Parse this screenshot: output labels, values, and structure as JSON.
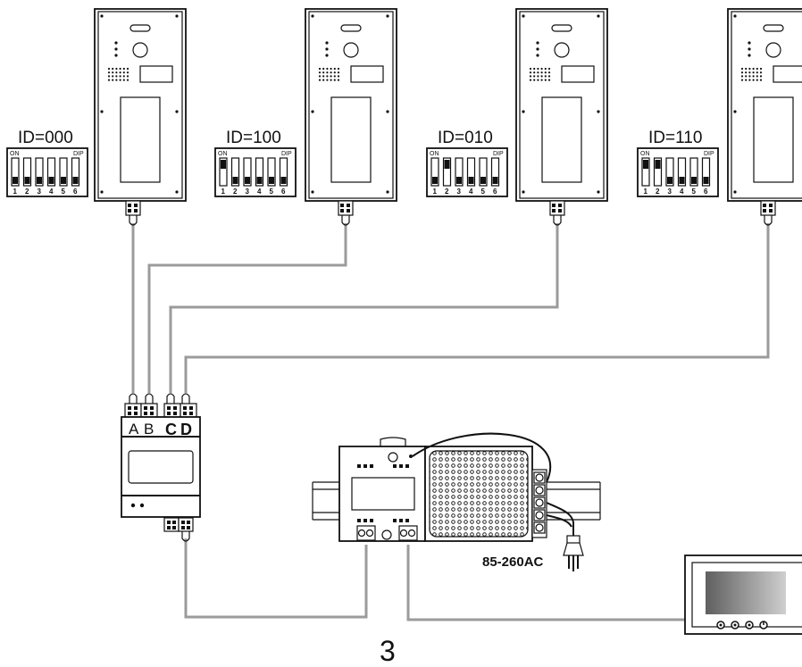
{
  "outdoor_stations": [
    {
      "id_label": "ID=000",
      "switches": [
        false,
        false,
        false,
        false,
        false,
        false
      ]
    },
    {
      "id_label": "ID=100",
      "switches": [
        true,
        false,
        false,
        false,
        false,
        false
      ]
    },
    {
      "id_label": "ID=010",
      "switches": [
        false,
        true,
        false,
        false,
        false,
        false
      ]
    },
    {
      "id_label": "ID=110",
      "switches": [
        true,
        true,
        false,
        false,
        false,
        false
      ]
    }
  ],
  "dip_switch": {
    "on_label": "ON",
    "dip_label": "DIP",
    "numbers": [
      "1",
      "2",
      "3",
      "4",
      "5",
      "6"
    ]
  },
  "distributor": {
    "terminal_a": "A",
    "terminal_b": "B",
    "terminal_c": "C",
    "terminal_d": "D"
  },
  "power_supply": {
    "input_voltage": "85-260AC"
  },
  "page_number": "3",
  "colors": {
    "wire": "#9b9b9b",
    "line": "#111111",
    "monitor_screen_dark": "#6e6e6e",
    "monitor_screen_light": "#c8c8c8"
  }
}
